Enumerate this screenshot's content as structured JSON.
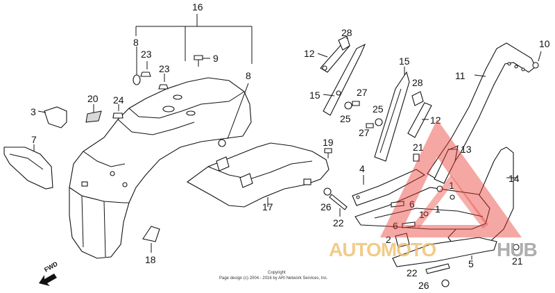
{
  "callouts": {
    "c16": "16",
    "c8a": "8",
    "c8b": "8",
    "c9": "9",
    "c23a": "23",
    "c23b": "23",
    "c20": "20",
    "c24": "24",
    "c3": "3",
    "c7": "7",
    "c18": "18",
    "c28a": "28",
    "c12a": "12",
    "c15a": "15",
    "c27a": "27",
    "c25a": "25",
    "c27b": "27",
    "c25b": "25",
    "c19": "19",
    "c17": "17",
    "c26a": "26",
    "c22a": "22",
    "c15b": "15",
    "c28b": "28",
    "c12b": "12",
    "c21a": "21",
    "c13": "13",
    "c4": "4",
    "c6a": "6",
    "c1a": "1",
    "c1b": "1",
    "c6b": "6",
    "c1c": "1",
    "c2": "2",
    "c5": "5",
    "c22b": "22",
    "c26b": "26",
    "c10": "10",
    "c11": "11",
    "c14": "14",
    "c21b": "21"
  },
  "fwd_label": "FWD",
  "copyright": {
    "line1": "Copyright",
    "line2": "Page design (c) 2004 - 2016 by ARI Network Services, Inc."
  },
  "watermark": {
    "part1": "AUTOMOTO",
    "part2": "HUB",
    "accent_color": "#e8372e",
    "text_color": "#f0bf6c",
    "hub_color": "#9a9a9a"
  }
}
